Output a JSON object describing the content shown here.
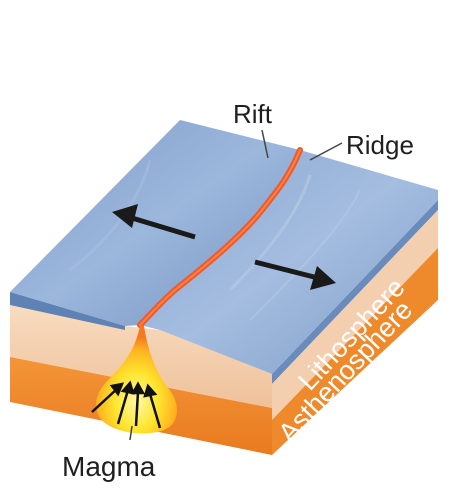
{
  "labels": {
    "rift": "Rift",
    "ridge": "Ridge",
    "lithosphere": "Lithosphere",
    "asthenosphere": "Asthenosphere",
    "magma": "Magma"
  },
  "colors": {
    "ocean_surface": "#7f9fca",
    "ocean_side": "#5f82b4",
    "lithosphere": "#f6cfae",
    "asthenosphere": "#f08a2c",
    "rift_line": "#f05a28",
    "magma_core": "#ffe93a",
    "arrow": "#1a1a1a",
    "text": "#1f1f1f"
  }
}
